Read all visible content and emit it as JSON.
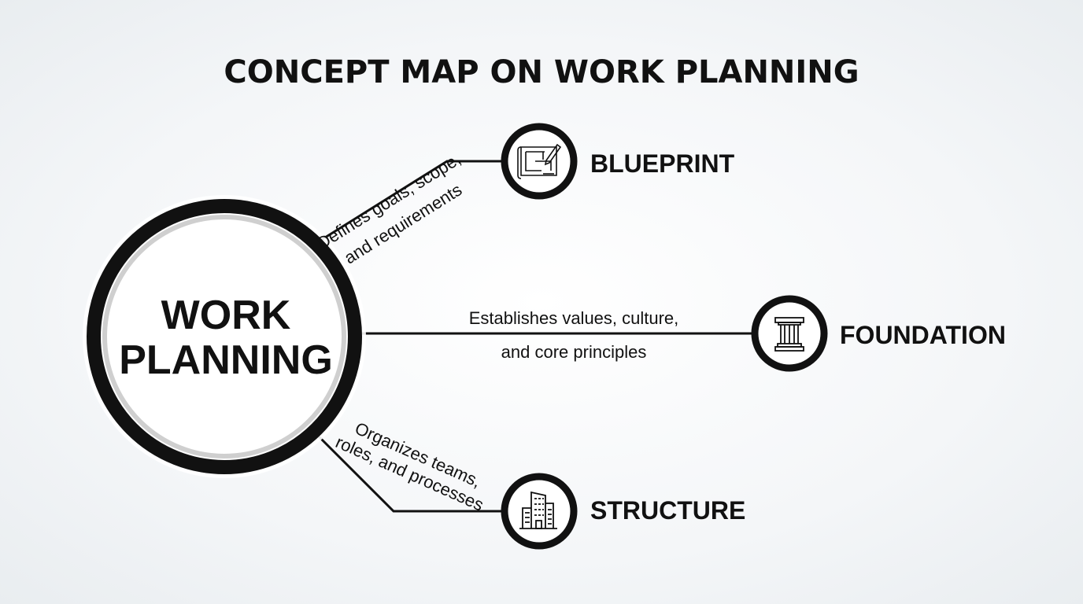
{
  "title": "CONCEPT MAP ON WORK PLANNING",
  "center": {
    "line1": "WORK",
    "line2": "PLANNING"
  },
  "nodes": [
    {
      "label": "BLUEPRINT",
      "icon": "blueprint-icon",
      "edge_line1": "Defines goals, scope,",
      "edge_line2": "and requirements"
    },
    {
      "label": "FOUNDATION",
      "icon": "pillar-icon",
      "edge_line1": "Establishes values, culture,",
      "edge_line2": "and core principles"
    },
    {
      "label": "STRUCTURE",
      "icon": "building-icon",
      "edge_line1": "Organizes teams,",
      "edge_line2": "roles, and processes"
    }
  ]
}
